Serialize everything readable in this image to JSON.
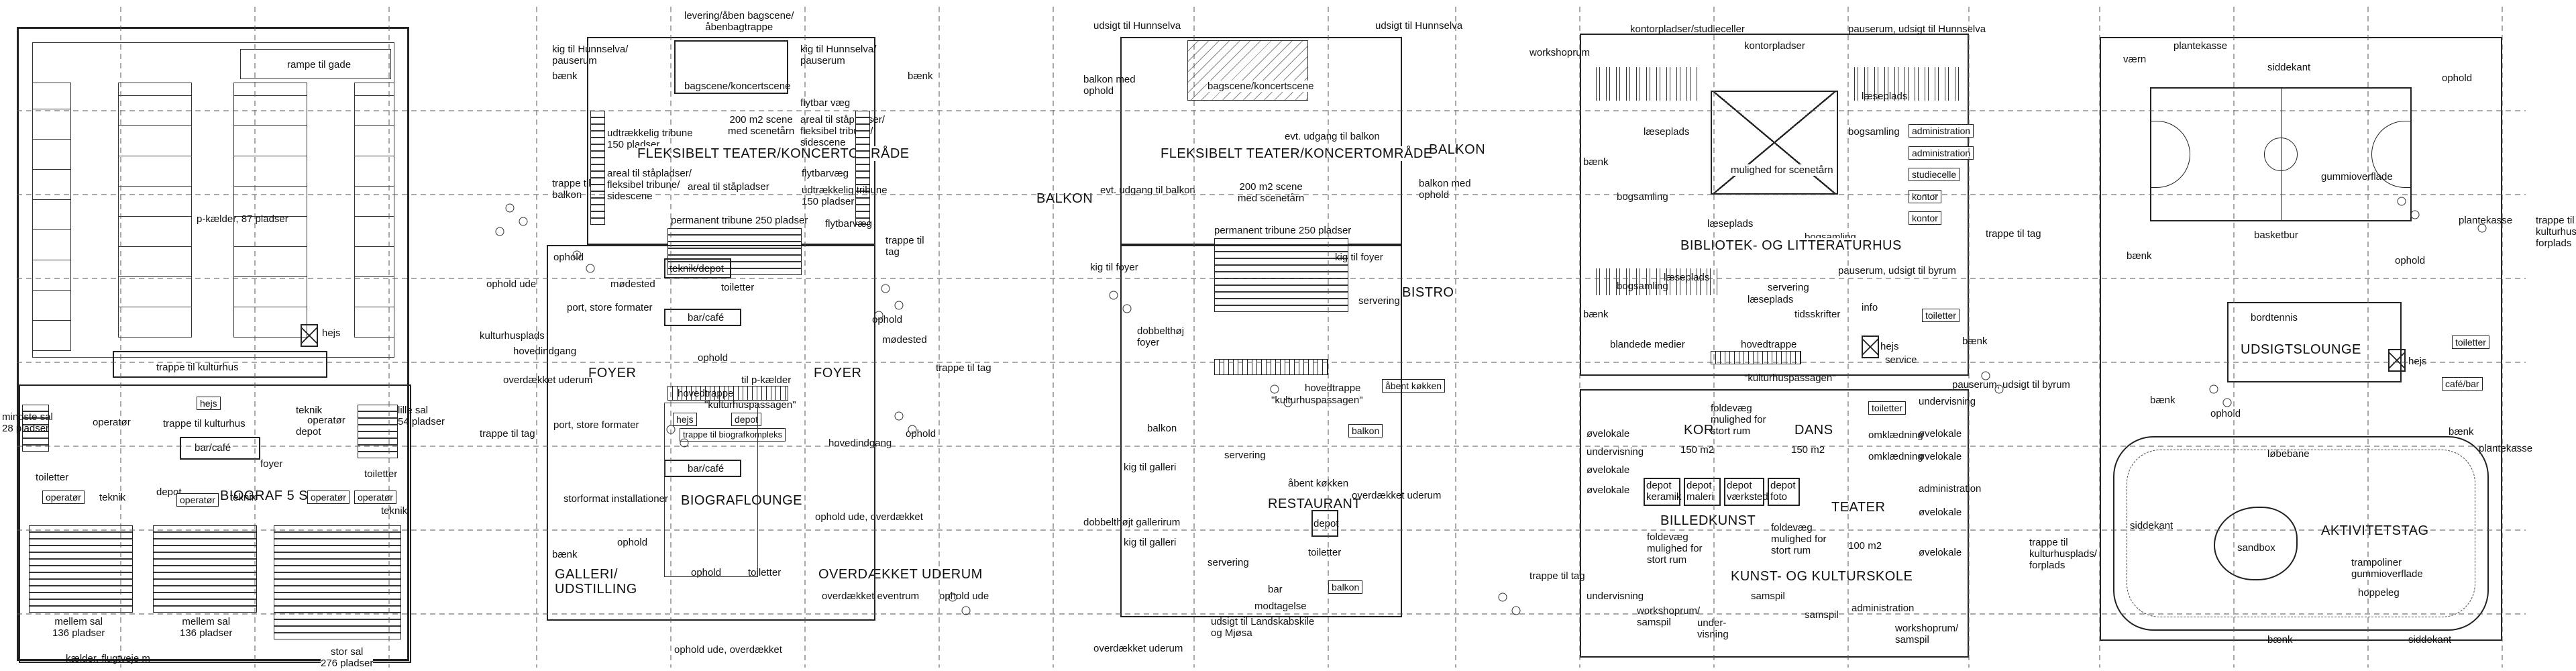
{
  "plans": [
    {
      "id": "kaelder",
      "labels": {
        "rampe": "rampe til gade",
        "pkaelder": "p-kælder, 87 pladser",
        "hejs": "hejs",
        "trappe_kultur1": "trappe til kulturhus",
        "mindste_sal": "mindste sal\n28 pladser",
        "operator1": "operatør",
        "trappe_kultur2": "trappe til kulturhus",
        "hejs2": "hejs",
        "toiletter": "toiletter",
        "teknik1": "teknik",
        "depot1": "depot",
        "operator2": "operatør",
        "lille_sal": "lille sal\n54 pladser",
        "bar_cafe": "bar/café",
        "foyer": "foyer",
        "toiletter2": "toiletter",
        "biograf_title": "BIOGRAF 5 SALE",
        "operator3": "operatør",
        "teknik2": "teknik",
        "depot2": "depot",
        "operator4": "operatør",
        "teknik3": "teknik",
        "operator5": "operatør",
        "operator6": "operatør",
        "teknik4": "teknik",
        "mellem_sal1": "mellem sal\n136 pladser",
        "mellem_sal2": "mellem sal\n136 pladser",
        "stor_sal": "stor sal\n276 pladser",
        "kaelder_flugt": "kælder, flugtveje m"
      }
    },
    {
      "id": "stueplan",
      "labels": {
        "levering": "levering/åben bagscene/\nåbenbagtrappe",
        "kig_hunnselva1": "kig til Hunnselva/\npauserum",
        "kig_hunnselva2": "kig til Hunnselva/\npauserum",
        "baenk1": "bænk",
        "baenk2": "bænk",
        "bagscene": "bagscene/koncertscene",
        "flytbar_vaeg": "flytbar væg",
        "udtraek_tribune": "udtrækkelig tribune\n150 pladser",
        "scene_200": "200 m2 scene\nmed scenetårn",
        "areal_staa1": "areal til ståpladser/\nfleksibel tribune/\nsidescene",
        "fleksibelt": "FLEKSIBELT TEATER/KONCERTOMRÅDE",
        "trappe_balkon": "trappe til\nbalkon",
        "areal_staa2": "areal til ståpladser/\nfleksibel tribune/\nsidescene",
        "areal_staa3": "areal til ståpladser",
        "flytbar_vaeg2": "flytbarvæg",
        "udtraek_tribune2": "udtrækkelig tribune\n150 pladser",
        "permanent_tribune": "permanent tribune 250 pladser",
        "flytbar_vaeg3": "flytbarvæg",
        "trappe_til_tag1": "trappe til\ntag",
        "ophold1": "ophold",
        "ophold_ude1": "ophold ude",
        "moedested1": "mødested",
        "teknik_depot": "teknik/depot",
        "toiletter": "toiletter",
        "port_store": "port, store formater",
        "bar_cafe": "bar/café",
        "ophold2": "ophold",
        "kulturhusplads": "kulturhusplads",
        "hovedindgang1": "hovedindgang",
        "foyer1": "FOYER",
        "ophold3": "ophold",
        "foyer2": "FOYER",
        "moedested2": "mødested",
        "trappe_til_tag2": "trappe til tag",
        "overdaekket_uderum1": "overdækket uderum",
        "til_pkaelder": "til p-kælder",
        "hovedtrappe": "hovedtrappe",
        "kulturhuspassagen": "\"kulturhuspassagen\"",
        "hejs1": "hejs",
        "depot1": "depot",
        "til_biografkompleks": "trappe til biografkompleks",
        "port_store2": "port, store formater",
        "trappe_til_tag3": "trappe til tag",
        "hovedindgang2": "hovedindgang",
        "ophold4": "ophold",
        "bar_cafe2": "bar/café",
        "storformat": "storformat installationer",
        "biograflounge": "BIOGRAFLOUNGE",
        "ophold_ude_overdaekket": "ophold ude, overdækket",
        "baenk3": "bænk",
        "ophold5": "ophold",
        "galleri": "GALLERI/\nUDSTILLING",
        "ophold6": "ophold",
        "toiletter2": "toiletter",
        "overdaekket_uderum2": "OVERDÆKKET UDERUM",
        "overdaekket_eventrum": "overdækket eventrum",
        "ophold_ude2": "ophold ude",
        "ophold_ude_overdaekket2": "ophold ude, overdækket"
      }
    },
    {
      "id": "balkonplan",
      "labels": {
        "udsigt1": "udsigt til Hunnselva",
        "udsigt2": "udsigt til Hunnselva",
        "balkon_ophold": "balkon med\nophold",
        "bagscene": "bagscene/koncertscene",
        "fleksibelt": "FLEKSIBELT TEATER/KONCERTOMRÅDE",
        "evt_udgang1": "evt. udgang til balkon",
        "balkon_left": "BALKON",
        "evt_udgang2": "evt. udgang til balkon",
        "balkon_right": "BALKON",
        "scene_200": "200 m2 scene\nmed scenetårn",
        "balkon_ophold2": "balkon med\nophold",
        "permanent_tribune": "permanent tribune 250 pladser",
        "kig_foyer1": "kig til foyer",
        "kig_foyer2": "kig til foyer",
        "bistro": "BISTRO",
        "serverring": "servering",
        "dobbelthoj": "dobbelthøj\nfoyer",
        "hovedtrappe": "hovedtrappe",
        "kulturhuspassagen": "\"kulturhuspassagen\"",
        "aabent_koekken1": "åbent køkken",
        "balkon1": "balkon",
        "balkon2": "balkon",
        "kig_galleri1": "kig til galleri",
        "servering2": "servering",
        "aabent_koekken2": "åbent køkken",
        "restaurant": "RESTAURANT",
        "overdaekket": "overdækket uderum",
        "dobbelthoj_galleri": "dobbelthøjt gallerirum",
        "depot": "depot",
        "kig_galleri2": "kig til galleri",
        "toiletter": "toiletter",
        "servering3": "servering",
        "bar": "bar",
        "balkon3": "balkon",
        "modtagelse": "modtagelse",
        "udsigt_landskab": "udsigt til Landskabskile\nog Mjøsa",
        "overdaekket2": "overdækket uderum"
      }
    },
    {
      "id": "1sal",
      "labels": {
        "workshoprum1": "workshoprum",
        "kontorpladser_stud": "kontorpladser/studieceller",
        "kontorpladser": "kontorpladser",
        "pauserum_udsigt": "pauserum, udsigt til Hunnselva",
        "laeseplads1": "læseplads",
        "laeseplads2": "læseplads",
        "bogsamling1": "bogsamling",
        "administration1": "administration",
        "administration2": "administration",
        "mulighed_scenetaarn": "mulighed for scenetårn",
        "studiecelle": "studiecelle",
        "baenk1": "bænk",
        "bogsamling2": "bogsamling",
        "kontor1": "kontor",
        "laeseplads3": "læseplads",
        "kontor2": "kontor",
        "bogsamling3": "bogsamling",
        "trappe_tag1": "trappe til tag",
        "bibliotek": "BIBLIOTEK- OG LITTERATURHUS",
        "pauserum_byrum": "pauserum, udsigt til byrum",
        "laeseplads4": "læseplads",
        "servering": "servering",
        "bogsamling4": "bogsamling",
        "laeseplads5": "læseplads",
        "tidsskrifter": "tidsskrifter",
        "info": "info",
        "toiletter": "toiletter",
        "baenk2": "bænk",
        "baenk3": "bænk",
        "blandede": "blandede medier",
        "hovedtrappe": "hovedtrappe",
        "hejs": "hejs",
        "service": "service",
        "kulturhuspassagen": "\"kulturhuspassagen\"",
        "pauserum_byrum2": "pauserum, udsigt til byrum",
        "undervisning1": "undervisning",
        "toiletter2": "toiletter",
        "foldevaeg1": "foldevæg\nmulighed for\nstort rum",
        "kor": "KOR",
        "kor_m2": "150 m2",
        "dans": "DANS",
        "dans_m2": "150 m2",
        "oevelokale1": "øvelokale",
        "oevelokale2": "øvelokale",
        "omkladning1": "omklædning",
        "undervisning2": "undervisning",
        "oevelokale3": "øvelokale",
        "omkladning2": "omklædning",
        "oevelokale4": "øvelokale",
        "oevelokale5": "øvelokale",
        "depot_keramik": "depot\nkeramik",
        "depot_maleri": "depot\nmaleri",
        "depot_vaerksted": "depot\nværksted",
        "depot_foto": "depot\nfoto",
        "teater": "TEATER",
        "administration3": "administration",
        "oevelokale6": "øvelokale",
        "billedkunst": "BILLEDKUNST",
        "foldevaeg2": "foldevæg\nmulighed for\nstort rum",
        "foldevaeg3": "foldevæg\nmulighed for\nstort rum",
        "teater_m2": "100 m2",
        "oevelokale7": "øvelokale",
        "trappe_tag2": "trappe til tag",
        "kunst_kultur": "KUNST- OG KULTURSKOLE",
        "undervisning3": "undervisning",
        "samspil1": "samspil",
        "administration4": "administration",
        "samspil2": "samspil",
        "workshoprum2": "workshoprum/\nsamspil",
        "undervisning4": "under-\nvisning",
        "workshoprum3": "workshoprum/\nsamspil"
      }
    },
    {
      "id": "tag",
      "labels": {
        "plantekasse1": "plantekasse",
        "vaern": "værn",
        "siddekant1": "siddekant",
        "ophold1": "ophold",
        "gummioverflade1": "gummioverflade",
        "basketbur": "basketbur",
        "plantekasse2": "plantekasse",
        "trappe_kultur1": "trappe til\nkulturhusplads/\nforplads",
        "baenk1": "bænk",
        "ophold2": "ophold",
        "bordtennis": "bordtennis",
        "udsigtslounge": "UDSIGTSLOUNGE",
        "toiletter": "toiletter",
        "hejs": "hejs",
        "cafe_bar": "café/bar",
        "baenk2": "bænk",
        "ophold3": "ophold",
        "baenk3": "bænk",
        "plantekasse3": "plantekasse",
        "loebebane": "løbebane",
        "siddekant2": "siddekant",
        "aktivitetstag": "AKTIVITETSTAG",
        "sandbox": "sandbox",
        "trampoliner": "trampoliner\ngummioverflade",
        "hoppeleg": "hoppeleg",
        "trappe_kultur2": "trappe til\nkulturhusplads/\nforplads",
        "baenk4": "bænk",
        "siddekant3": "siddekant"
      }
    }
  ]
}
